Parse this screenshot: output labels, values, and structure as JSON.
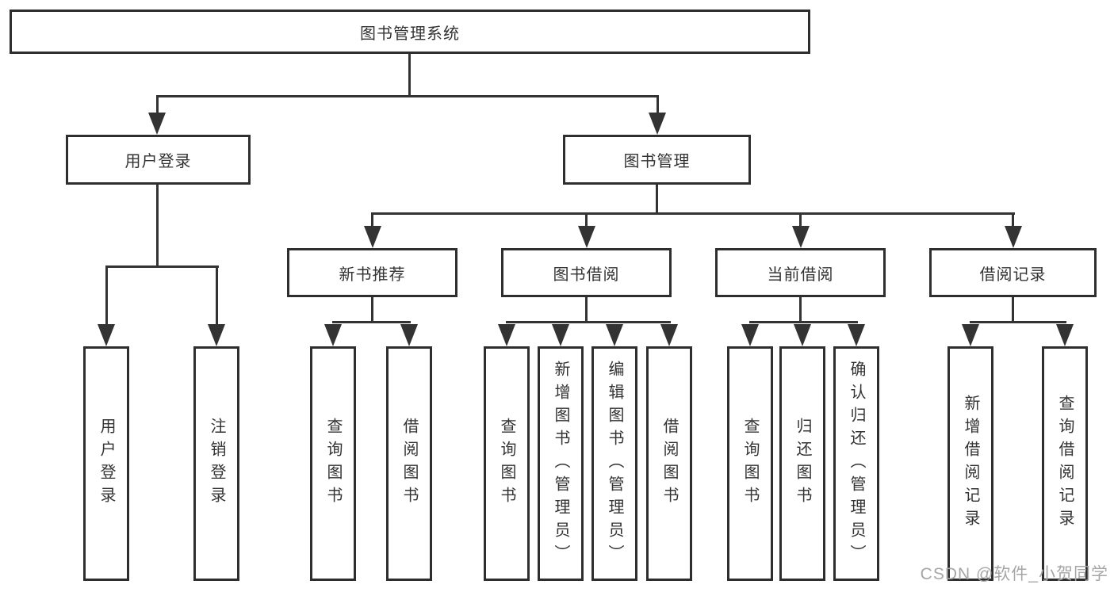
{
  "diagram_title": "图书管理系统",
  "colors": {
    "line": "#333333",
    "box_border": "#2e2e2e",
    "text": "#333333",
    "watermark": "#a6a6a6",
    "background": "#ffffff"
  },
  "tree": {
    "label": "图书管理系统",
    "children": [
      {
        "label": "用户登录",
        "children": [
          {
            "label": "用户登录"
          },
          {
            "label": "注销登录"
          }
        ]
      },
      {
        "label": "图书管理",
        "children": [
          {
            "label": "新书推荐",
            "children": [
              {
                "label": "查询图书"
              },
              {
                "label": "借阅图书"
              }
            ]
          },
          {
            "label": "图书借阅",
            "children": [
              {
                "label": "查询图书"
              },
              {
                "label": "新增图书（管理员）"
              },
              {
                "label": "编辑图书（管理员）"
              },
              {
                "label": "借阅图书"
              }
            ]
          },
          {
            "label": "当前借阅",
            "children": [
              {
                "label": "查询图书"
              },
              {
                "label": "归还图书"
              },
              {
                "label": "确认归还（管理员）"
              }
            ]
          },
          {
            "label": "借阅记录",
            "children": [
              {
                "label": "新增借阅记录"
              },
              {
                "label": "查询借阅记录"
              }
            ]
          }
        ]
      }
    ]
  },
  "watermark": {
    "text": "CSDN @软件_小贺同学"
  }
}
